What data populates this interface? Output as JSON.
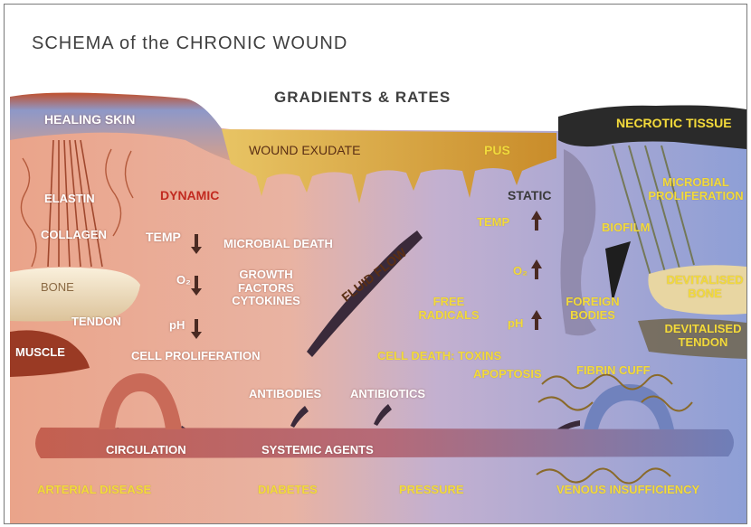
{
  "title": "SCHEMA of the CHRONIC WOUND",
  "subtitle": "GRADIENTS & RATES",
  "colors": {
    "healthy_tissue": "#e9a98e",
    "chronic_tissue": "#9aa8d6",
    "exudate": "#d6a23a",
    "skin": "#8a95c4",
    "necrotic": "#2a2a2a",
    "bone": "#f0e2c8",
    "vessel": "#c05a4a",
    "label_yellow": "#f2da3c",
    "dynamic_red": "#c22a20"
  },
  "labels": {
    "healing_skin": "HEALING SKIN",
    "wound_exudate": "WOUND EXUDATE",
    "pus": "PUS",
    "necrotic_tissue": "NECROTIC TISSUE",
    "elastin": "ELASTIN",
    "collagen": "COLLAGEN",
    "bone": "BONE",
    "tendon": "TENDON",
    "muscle": "MUSCLE",
    "dynamic": "DYNAMIC",
    "static": "STATIC",
    "temp_left": "TEMP",
    "o2_left": "O₂",
    "ph_left": "pH",
    "temp_right": "TEMP",
    "o2_right": "O₂",
    "ph_right": "pH",
    "microbial_death": "MICROBIAL DEATH",
    "growth_factors": "GROWTH FACTORS CYTOKINES",
    "cell_proliferation": "CELL PROLIFERATION",
    "fluid_flow": "FLUID FLOW",
    "free_radicals": "FREE RADICALS",
    "cell_death": "CELL DEATH: TOXINS",
    "apoptosis": "APOPTOSIS",
    "foreign_bodies": "FOREIGN BODIES",
    "fibrin_cuff": "FIBRIN CUFF",
    "microbial_proliferation": "MICROBIAL PROLIFERATION",
    "biofilm": "BIOFILM",
    "devitalised_bone": "DEVITALISED BONE",
    "devitalised_tendon": "DEVITALISED TENDON",
    "antibodies": "ANTIBODIES",
    "antibiotics": "ANTIBIOTICS",
    "circulation": "CIRCULATION",
    "systemic_agents": "SYSTEMIC AGENTS",
    "arterial_disease": "ARTERIAL DISEASE",
    "diabetes": "DIABETES",
    "pressure": "PRESSURE",
    "venous_insufficiency": "VENOUS INSUFFICIENCY"
  }
}
